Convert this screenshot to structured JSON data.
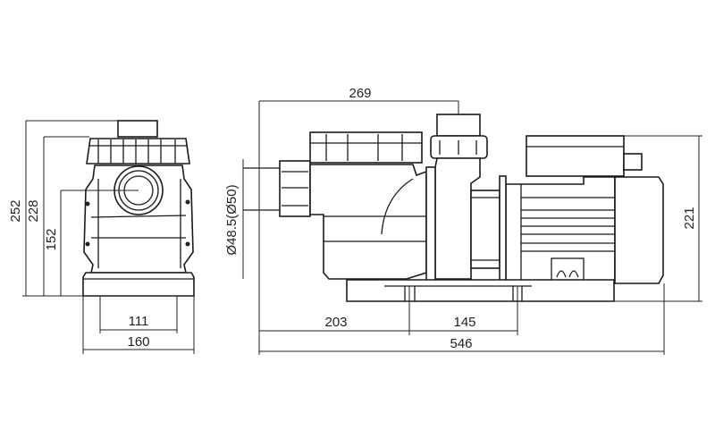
{
  "title": "Pool pump dimension drawing",
  "front_view": {
    "dimensions": {
      "overall_height": "252",
      "lid_height": "228",
      "inlet_center_height": "152",
      "base_inner_width": "111",
      "base_width": "160"
    }
  },
  "side_view": {
    "dimensions": {
      "outlet_position": "269",
      "inlet_diameter": "Ø48.5(Ø50)",
      "motor_height": "221",
      "foot_position": "203",
      "foot_spacing": "145",
      "overall_length": "546"
    }
  },
  "colors": {
    "line": "#1a1a1a",
    "background": "#ffffff"
  }
}
